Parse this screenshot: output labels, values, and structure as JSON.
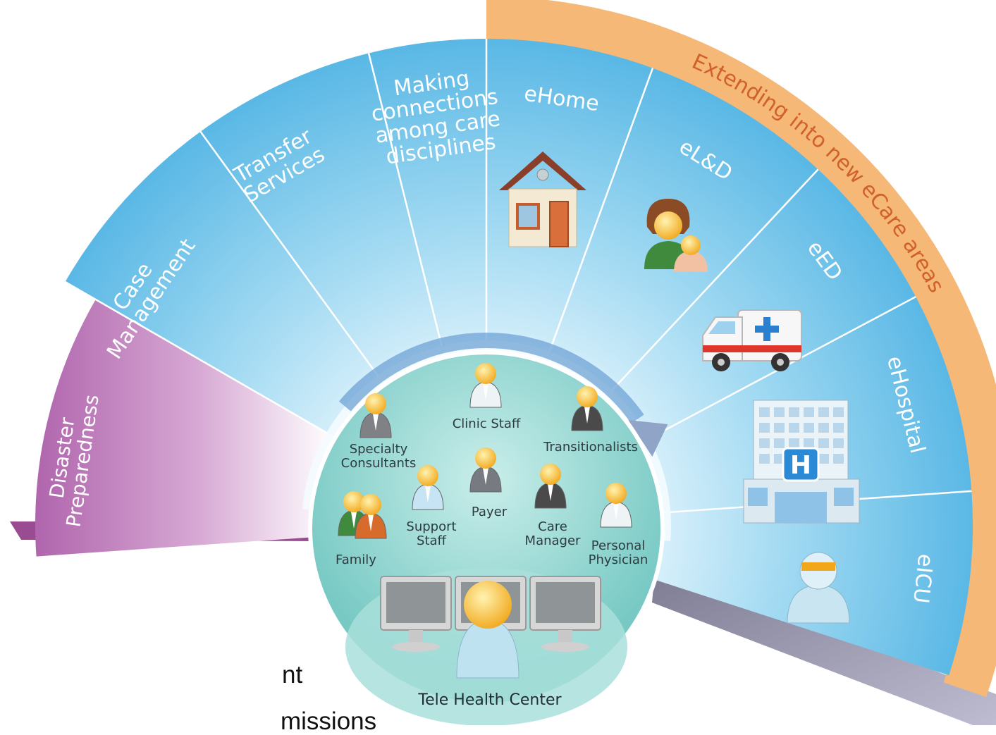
{
  "segments": [
    {
      "id": "disaster",
      "lines": [
        "Disaster",
        "Preparedness"
      ]
    },
    {
      "id": "case",
      "lines": [
        "Case",
        "Management"
      ]
    },
    {
      "id": "transfer",
      "lines": [
        "Transfer",
        "Services"
      ]
    },
    {
      "id": "connections",
      "lines": [
        "Making",
        "connections",
        "among care",
        "disciplines"
      ]
    },
    {
      "id": "ehome",
      "lines": [
        "eHome"
      ]
    },
    {
      "id": "eld",
      "lines": [
        "eL&D"
      ]
    },
    {
      "id": "eed",
      "lines": [
        "eED"
      ]
    },
    {
      "id": "ehospital",
      "lines": [
        "eHospital"
      ]
    },
    {
      "id": "eicu",
      "lines": [
        "eICU"
      ]
    }
  ],
  "outer_band_label": "Extending into new eCare areas",
  "hub": {
    "title": "Tele Health Center",
    "people": [
      {
        "id": "specialty",
        "lines": [
          "Specialty",
          "Consultants"
        ],
        "icon": "consultant-person-icon"
      },
      {
        "id": "clinic",
        "lines": [
          "Clinic Staff"
        ],
        "icon": "clinician-person-icon"
      },
      {
        "id": "transitionalists",
        "lines": [
          "Transitionalists"
        ],
        "icon": "transitionalist-person-icon"
      },
      {
        "id": "support",
        "lines": [
          "Support",
          "Staff"
        ],
        "icon": "support-staff-person-icon"
      },
      {
        "id": "payer",
        "lines": [
          "Payer"
        ],
        "icon": "payer-person-icon"
      },
      {
        "id": "care",
        "lines": [
          "Care",
          "Manager"
        ],
        "icon": "care-manager-person-icon"
      },
      {
        "id": "personal",
        "lines": [
          "Personal",
          "Physician"
        ],
        "icon": "physician-person-icon"
      },
      {
        "id": "family",
        "lines": [
          "Family"
        ],
        "icon": "family-icon"
      }
    ]
  },
  "cropped_text": [
    "nt",
    "missions"
  ],
  "colors": {
    "segment_blue": "#4fb3e3",
    "segment_light": "#d6eef9",
    "disaster_purple": "#b36fb0",
    "orange_band": "#f6b877",
    "orange_text": "#d0612a",
    "hub_teal": "#7ecfc9"
  }
}
